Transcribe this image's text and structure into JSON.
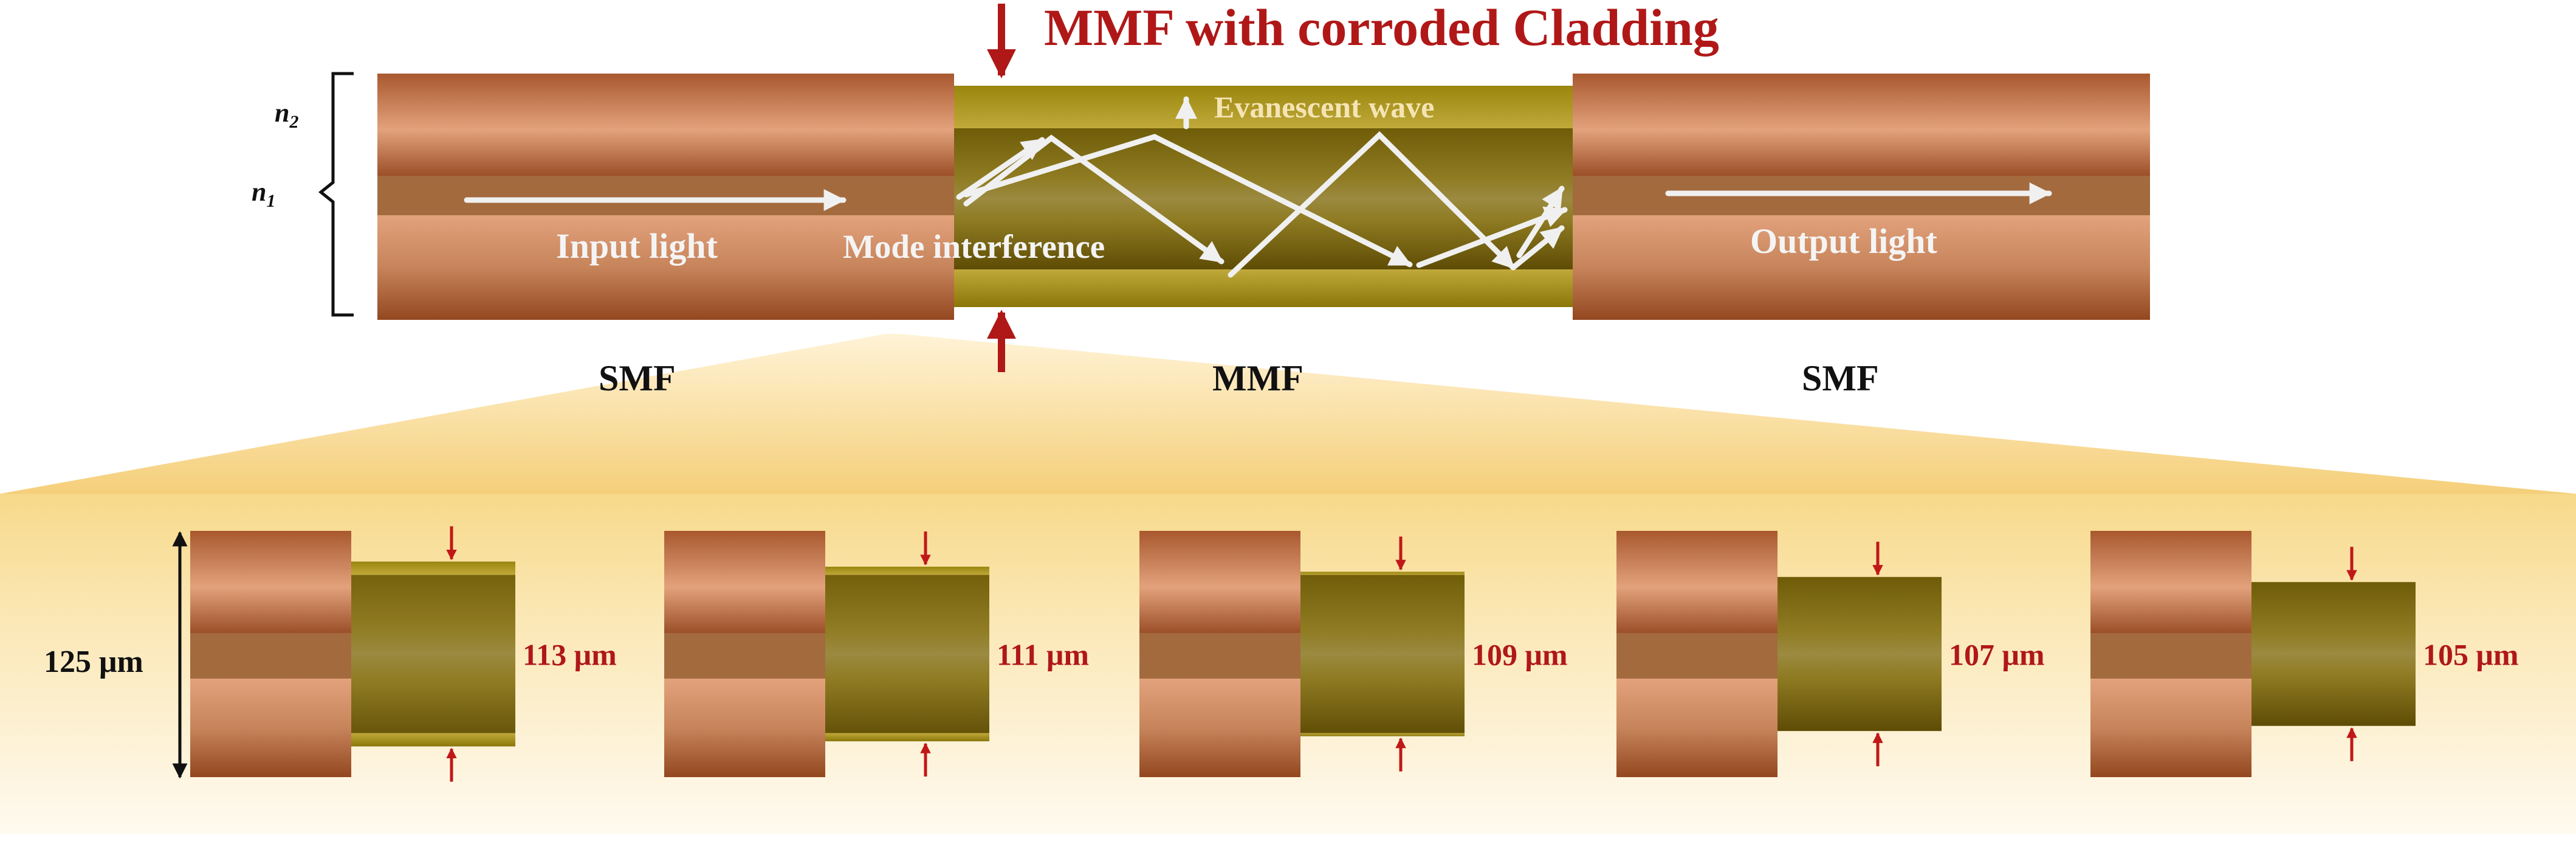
{
  "labels": {
    "title": "MMF with corroded Cladding",
    "evanescent": "Evanescent wave",
    "input": "Input light",
    "mode": "Mode interference",
    "output": "Output light",
    "n2_base": "n",
    "n2_sub": "2",
    "n1_base": "n",
    "n1_sub": "1",
    "smf_left": "SMF",
    "mmf": "MMF",
    "smf_right": "SMF",
    "ref_diameter": "125 μm"
  },
  "samples": [
    {
      "label": "113 μm",
      "diameter_um": 113
    },
    {
      "label": "111 μm",
      "diameter_um": 111
    },
    {
      "label": "109 μm",
      "diameter_um": 109
    },
    {
      "label": "107 μm",
      "diameter_um": 107
    },
    {
      "label": "105 μm",
      "diameter_um": 105
    }
  ],
  "colors": {
    "accent": "#b01818",
    "cladding": "#b8734a",
    "core": "#a06a40",
    "mmf": "#8a7410",
    "arrow": "#eeeeee"
  }
}
